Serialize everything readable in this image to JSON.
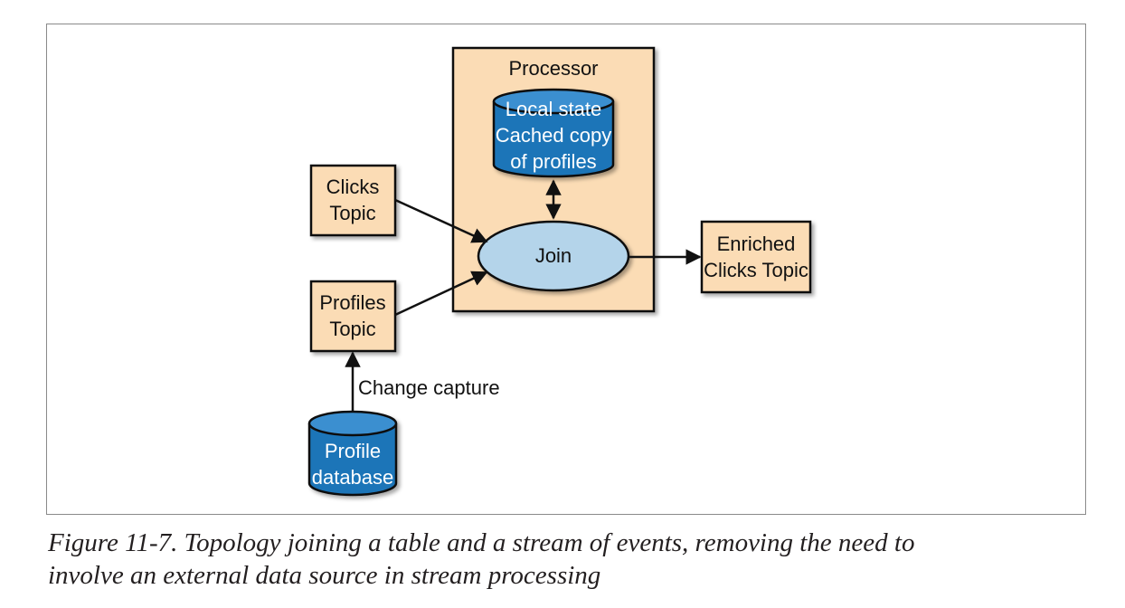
{
  "diagram": {
    "processor_label": "Processor",
    "local_state": [
      "Local state",
      "Cached copy",
      "of profiles"
    ],
    "clicks_topic": [
      "Clicks",
      "Topic"
    ],
    "profiles_topic": [
      "Profiles",
      "Topic"
    ],
    "join_label": "Join",
    "enriched_topic": [
      "Enriched",
      "Clicks Topic"
    ],
    "change_capture_label": "Change capture",
    "profile_database": [
      "Profile",
      "database"
    ],
    "colors": {
      "box_fill": "#fbdcb5",
      "ellipse_fill": "#b4d4ea",
      "cylinder_fill": "#1f74b8",
      "stroke": "#111111"
    }
  },
  "caption": {
    "line1": "Figure 11-7. Topology joining a table and a stream of events, removing the need to",
    "line2": "involve an external data source in stream processing"
  }
}
